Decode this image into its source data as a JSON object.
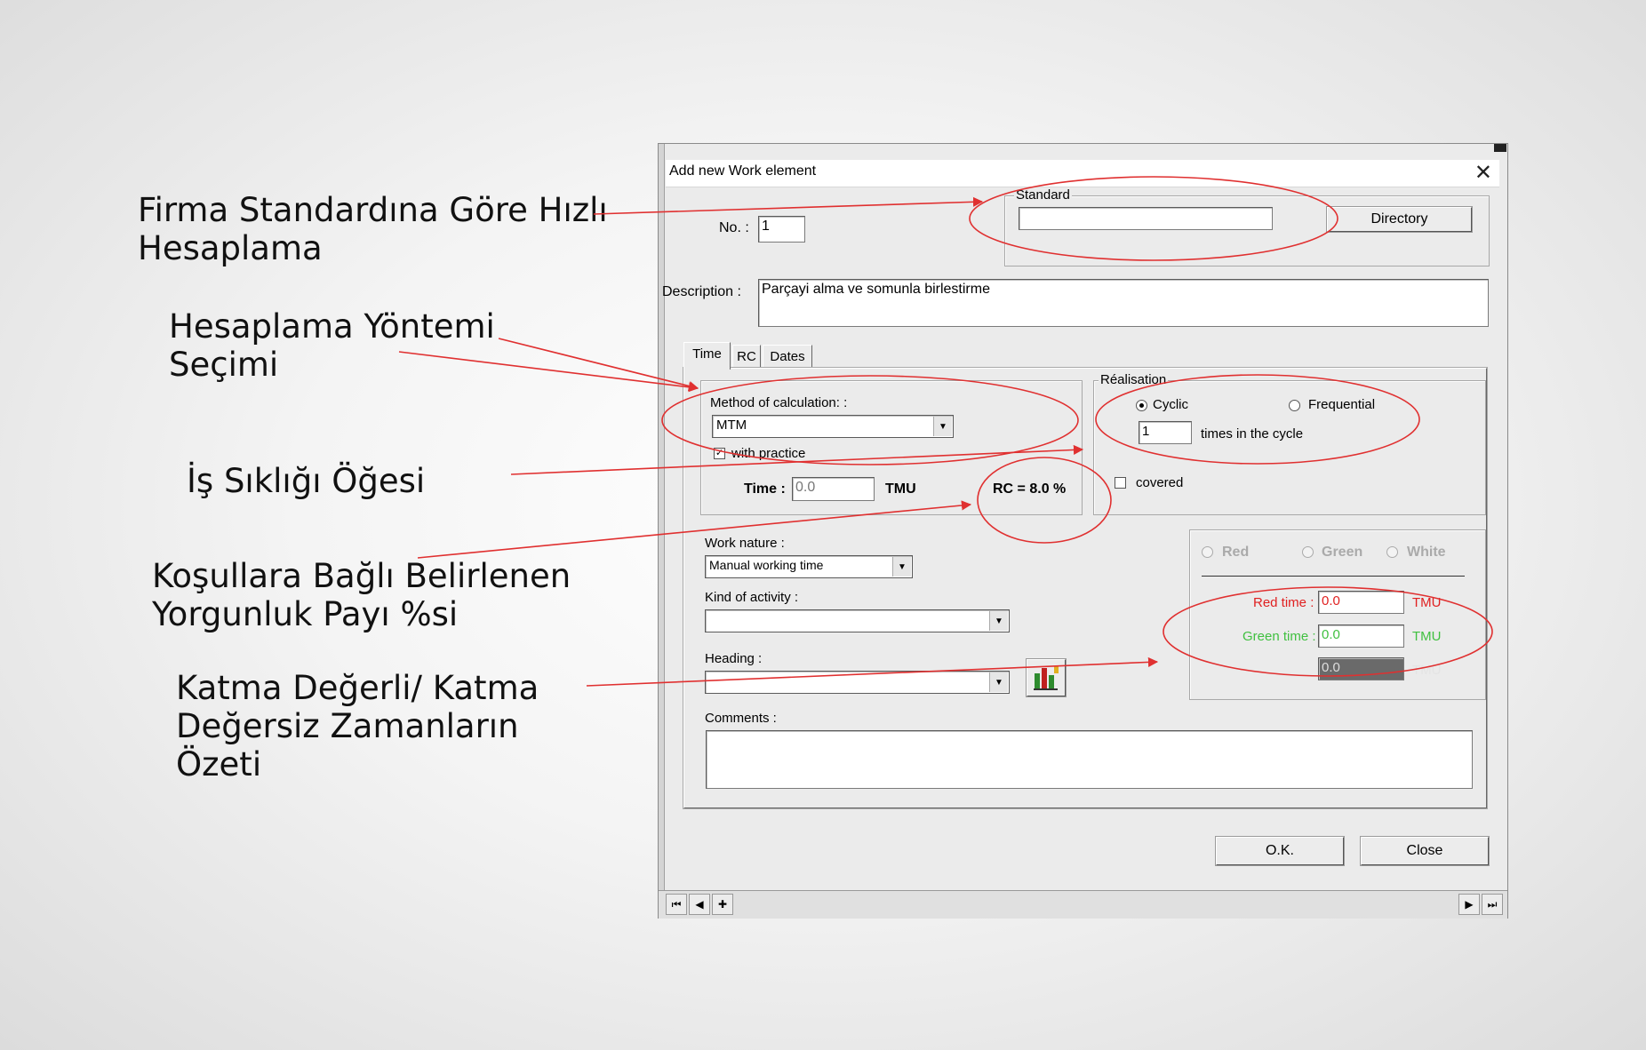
{
  "annotations": {
    "standard": [
      "Firma Standardına Göre Hızlı",
      "Hesaplama"
    ],
    "method": [
      "Hesaplama Yöntemi",
      "Seçimi"
    ],
    "frequency": [
      "İş Sıklığı Öğesi"
    ],
    "fatigue": [
      "Koşullara Bağlı Belirlenen",
      "Yorgunluk Payı %si"
    ],
    "summary": [
      "Katma Değerli/ Katma",
      "Değersiz Zamanların",
      "Özeti"
    ]
  },
  "dialog": {
    "title": "Add new Work element",
    "close_icon": "close-icon",
    "no_label": "No. :",
    "no_value": "1",
    "standard_group": "Standard",
    "standard_value": "",
    "directory_button": "Directory",
    "description_label": "Description :",
    "description_value": "Parçayi alma ve somunla birlestirme",
    "tabs": [
      "Time",
      "RC",
      "Dates"
    ],
    "method_label": "Method of calculation: :",
    "method_value": "MTM",
    "with_practice_label": "with practice",
    "with_practice_checked": true,
    "time_label": "Time :",
    "time_value": "0.0",
    "time_unit": "TMU",
    "rc_text": "RC = 8.0 %",
    "realisation_group": "Réalisation",
    "cyclic_label": "Cyclic",
    "frequential_label": "Frequential",
    "cycle_count": "1",
    "times_label": "times in the cycle",
    "covered_label": "covered",
    "work_nature_label": "Work nature :",
    "work_nature_value": "Manual working time",
    "kind_label": "Kind of activity :",
    "kind_value": "",
    "heading_label": "Heading :",
    "heading_value": "",
    "comments_label": "Comments :",
    "comments_value": "",
    "color_options": [
      "Red",
      "Green",
      "White"
    ],
    "red_time_label": "Red time :",
    "red_time_value": "0.0",
    "green_time_label": "Green time :",
    "green_time_value": "0.0",
    "white_time_value": "0.0",
    "tmu": "TMU",
    "ok_button": "O.K.",
    "close_button": "Close",
    "colors": {
      "red": "#e02020",
      "green": "#40c040",
      "annotation": "#e03030"
    }
  }
}
